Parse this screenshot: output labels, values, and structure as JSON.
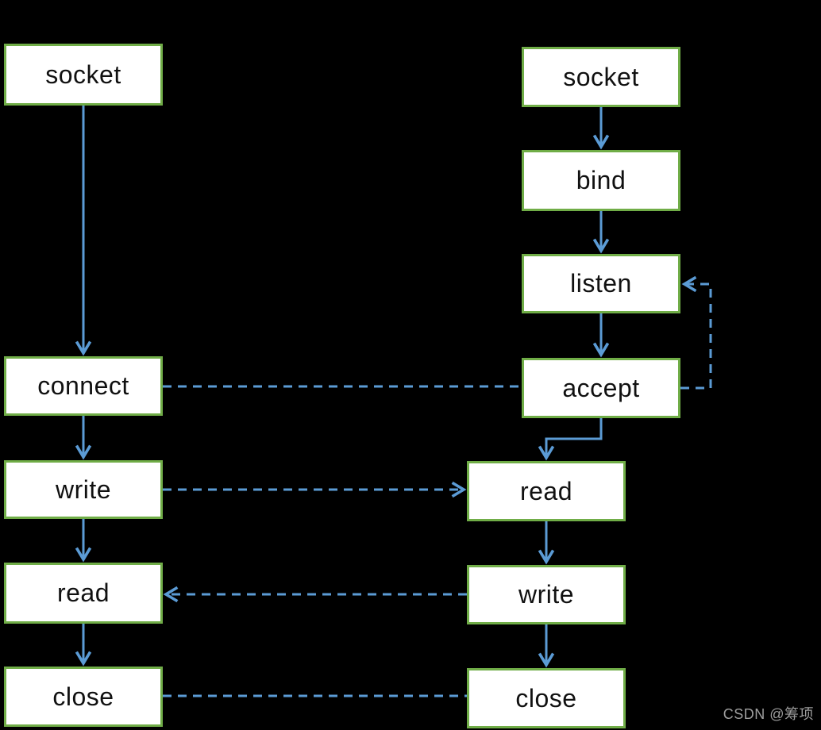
{
  "diagram": {
    "type": "flowchart",
    "subject": "TCP socket client-server call sequence",
    "watermark": "CSDN @筹项",
    "colors": {
      "background": "#000000",
      "box_fill": "#ffffff",
      "box_border": "#70ad47",
      "arrow": "#5b9bd5",
      "box_text": "#111111",
      "watermark_text": "#9e9e9e"
    },
    "nodes": {
      "client_socket": {
        "label": "socket"
      },
      "client_connect": {
        "label": "connect"
      },
      "client_write": {
        "label": "write"
      },
      "client_read": {
        "label": "read"
      },
      "client_close": {
        "label": "close"
      },
      "server_socket": {
        "label": "socket"
      },
      "server_bind": {
        "label": "bind"
      },
      "server_listen": {
        "label": "listen"
      },
      "server_accept": {
        "label": "accept"
      },
      "server_read": {
        "label": "read"
      },
      "server_write": {
        "label": "write"
      },
      "server_close": {
        "label": "close"
      }
    },
    "edges": [
      {
        "from": "client_socket",
        "to": "client_connect",
        "style": "solid",
        "arrowhead": true
      },
      {
        "from": "client_connect",
        "to": "client_write",
        "style": "solid",
        "arrowhead": true
      },
      {
        "from": "client_write",
        "to": "client_read",
        "style": "solid",
        "arrowhead": true
      },
      {
        "from": "client_read",
        "to": "client_close",
        "style": "solid",
        "arrowhead": true
      },
      {
        "from": "server_socket",
        "to": "server_bind",
        "style": "solid",
        "arrowhead": true
      },
      {
        "from": "server_bind",
        "to": "server_listen",
        "style": "solid",
        "arrowhead": true
      },
      {
        "from": "server_listen",
        "to": "server_accept",
        "style": "solid",
        "arrowhead": true
      },
      {
        "from": "server_accept",
        "to": "server_read",
        "style": "solid",
        "arrowhead": true
      },
      {
        "from": "server_read",
        "to": "server_write",
        "style": "solid",
        "arrowhead": true
      },
      {
        "from": "server_write",
        "to": "server_close",
        "style": "solid",
        "arrowhead": true
      },
      {
        "from": "client_connect",
        "to": "server_accept",
        "style": "dashed",
        "arrowhead": false
      },
      {
        "from": "client_write",
        "to": "server_read",
        "style": "dashed",
        "arrowhead": true
      },
      {
        "from": "server_write",
        "to": "client_read",
        "style": "dashed",
        "arrowhead": true
      },
      {
        "from": "client_close",
        "to": "server_close",
        "style": "dashed",
        "arrowhead": false
      },
      {
        "from": "server_accept",
        "to": "server_listen",
        "style": "dashed",
        "arrowhead": true
      }
    ]
  }
}
